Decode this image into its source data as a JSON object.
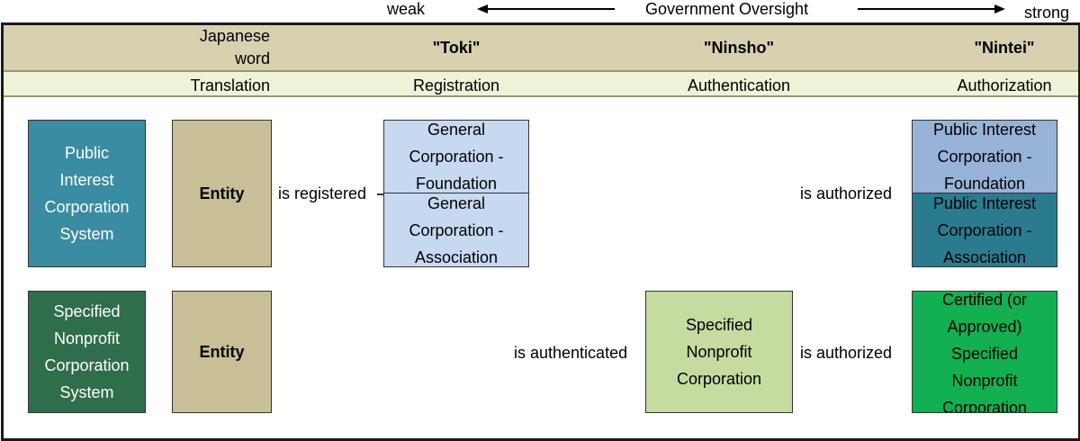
{
  "oversight": {
    "weak": "weak",
    "title": "Government Oversight",
    "strong": "strong"
  },
  "header": {
    "japanese_word_label": "Japanese word",
    "translation_label": "Translation",
    "terms": [
      {
        "japanese": "\"Toki\"",
        "translation": "Registration"
      },
      {
        "japanese": "\"Ninsho\"",
        "translation": "Authentication"
      },
      {
        "japanese": "\"Nintei\"",
        "translation": "Authorization"
      }
    ]
  },
  "rows": [
    {
      "system": "Public Interest Corporation System",
      "entity": "Entity",
      "registered_label": "is registered",
      "general_foundation": "General Corporation - Foundation",
      "general_association": "General Corporation - Association",
      "authorized_label": "is authorized",
      "public_foundation": "Public Interest Corporation - Foundation",
      "public_association": "Public Interest Corporation - Association"
    },
    {
      "system": "Specified Nonprofit Corporation System",
      "entity": "Entity",
      "authenticated_label": "is authenticated",
      "specified": "Specified Nonprofit Corporation",
      "authorized_label": "is authorized",
      "certified": "Certified (or Approved) Specified Nonprofit Corporation"
    }
  ],
  "colors": {
    "public_system": "#3a8ca3",
    "specified_system": "#2e6e4a",
    "entity": "#c8bf96",
    "general_corp": "#c7d9f0",
    "public_foundation": "#97b3d8",
    "public_association": "#2b7b8f",
    "specified_corp": "#c6dba0",
    "certified_corp": "#12b050",
    "header_japanese": "#d8d1b0",
    "header_translation": "#eef4d8"
  }
}
